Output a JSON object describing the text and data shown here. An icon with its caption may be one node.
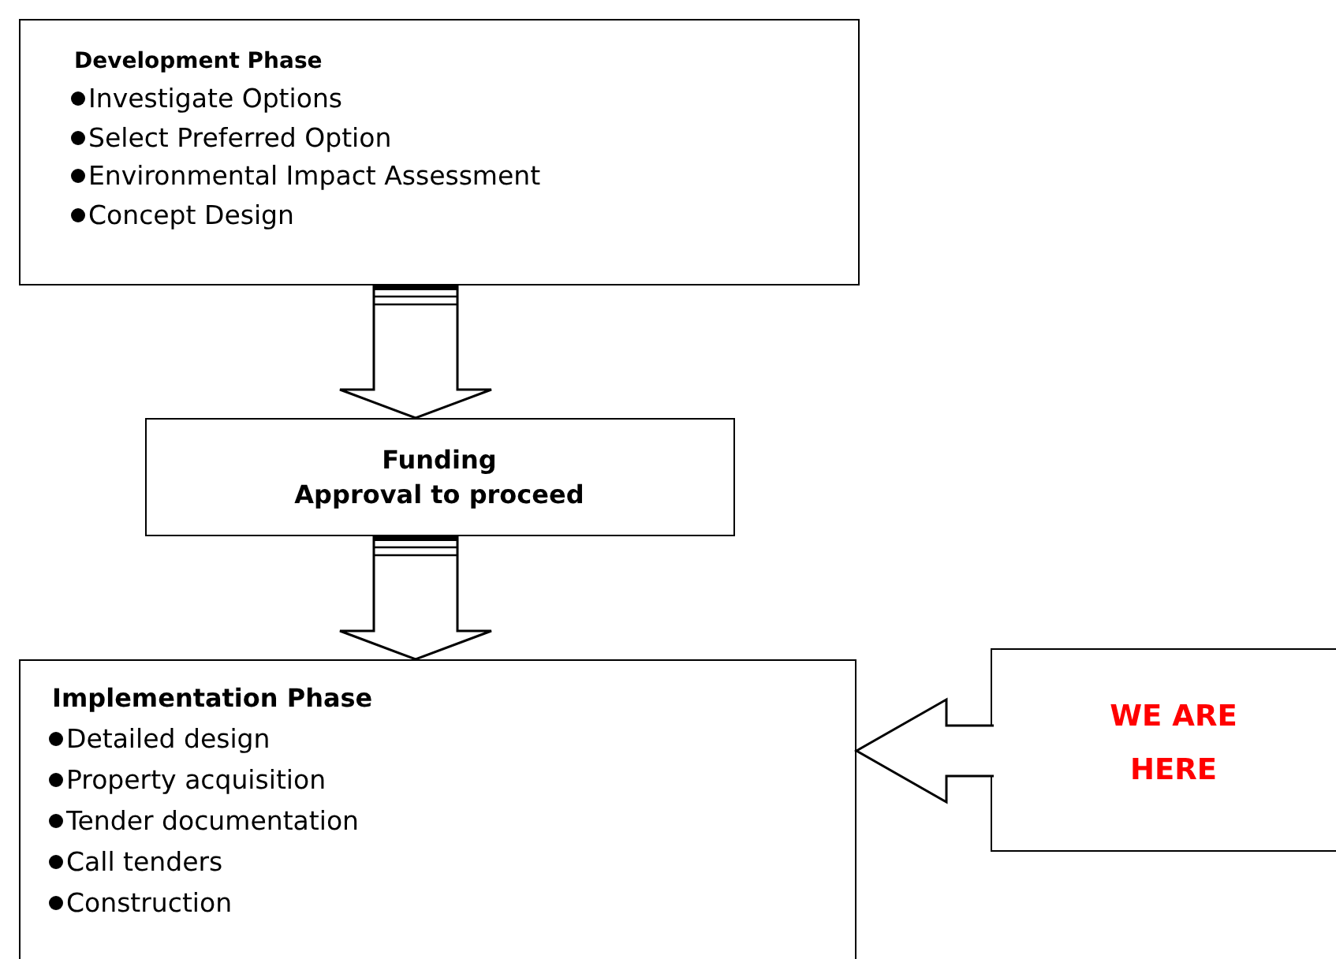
{
  "diagram": {
    "nodes": [
      {
        "text": [
          "Development Phase",
          "Investigate Options",
          "Select Preferred Option",
          "Environmental Impact Assessment",
          "Concept Design"
        ]
      },
      {
        "text": [
          "Funding",
          "Approval to proceed"
        ]
      },
      {
        "text": [
          "Implementation Phase",
          "Detailed design",
          "Property acquisition",
          "Tender documentation",
          "Call tenders",
          "Construction"
        ]
      },
      {
        "text": [
          "WE ARE HERE"
        ]
      }
    ],
    "edges": [
      {
        "from": 0,
        "to": 1,
        "arrow": "to"
      },
      {
        "from": 1,
        "to": 2,
        "arrow": "to"
      },
      {
        "from": 3,
        "to": 2,
        "arrow": "to"
      }
    ]
  }
}
